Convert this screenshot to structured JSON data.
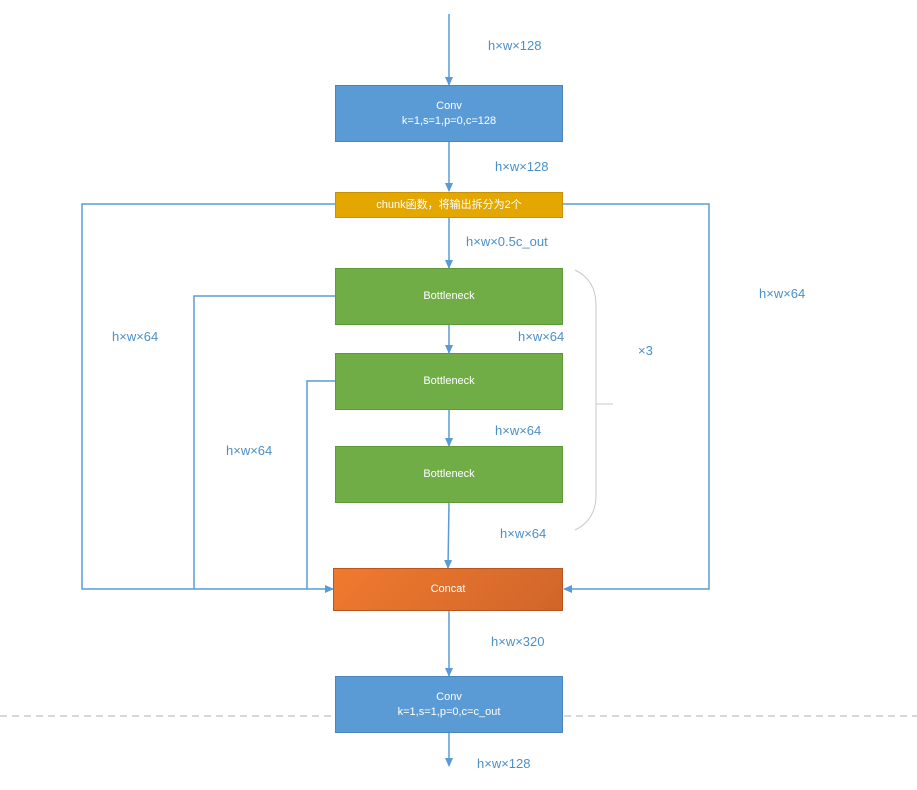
{
  "conv_top": {
    "title": "Conv",
    "params": "k=1,s=1,p=0,c=128"
  },
  "chunk": {
    "label": "chunk函数，将输出拆分为2个"
  },
  "bottlenecks": [
    "Bottleneck",
    "Bottleneck",
    "Bottleneck"
  ],
  "concat": {
    "label": "Concat"
  },
  "conv_bottom": {
    "title": "Conv",
    "params": "k=1,s=1,p=0,c=c_out"
  },
  "repeat_label": "×3",
  "labels": {
    "input": "h×w×128",
    "after_conv": "h×w×128",
    "split_out": "h×w×0.5c_out",
    "right_branch": "h×w×64",
    "left_branch": "h×w×64",
    "b1_side": "h×w×64",
    "b1_out": "h×w×64",
    "b2_out": "h×w×64",
    "b3_out": "h×w×64",
    "concat_out": "h×w×320",
    "output": "h×w×128"
  },
  "colors": {
    "line": "#5b9bd5",
    "conv": "#5b9bd5",
    "chunk": "#e3a700",
    "bottleneck": "#70ad47",
    "concat": "#e46c2a",
    "label": "#4a90c8"
  }
}
